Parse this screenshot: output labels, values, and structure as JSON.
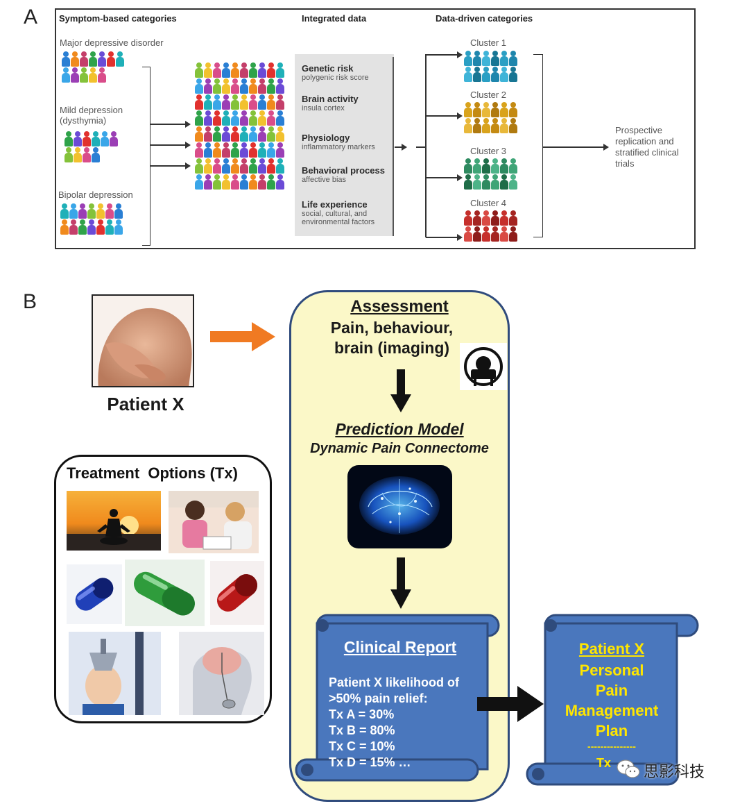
{
  "panel_a": {
    "letter": "A",
    "headers": {
      "symptom": "Symptom-based categories",
      "integrated": "Integrated data",
      "datadriven": "Data-driven categories"
    },
    "symptom_categories": [
      "Major depressive disorder",
      "Mild depression (dysthymia)",
      "Bipolar depression"
    ],
    "integrated_items": [
      {
        "title": "Genetic risk",
        "sub": "polygenic risk score"
      },
      {
        "title": "Brain activity",
        "sub": "insula cortex"
      },
      {
        "title": "Physiology",
        "sub": "inflammatory markers"
      },
      {
        "title": "Behavioral process",
        "sub": "affective bias"
      },
      {
        "title": "Life experience",
        "sub": "social, cultural, and environmental factors"
      }
    ],
    "clusters": [
      {
        "label": "Cluster 1",
        "color": "#2a9fc4"
      },
      {
        "label": "Cluster 2",
        "color": "#d9a31c"
      },
      {
        "label": "Cluster 3",
        "color": "#2e8a60"
      },
      {
        "label": "Cluster 4",
        "color": "#c6302c"
      }
    ],
    "outcome": "Prospective replication and stratified clinical trials"
  },
  "panel_b": {
    "letter": "B",
    "patient_label": "Patient X",
    "assessment": {
      "title": "Assessment",
      "lines": [
        "Pain, behaviour,",
        "brain (imaging)"
      ]
    },
    "model": {
      "title": "Prediction Model",
      "subtitle": "Dynamic Pain Connectome"
    },
    "treatment_title": "Treatment  Options (Tx)",
    "report": {
      "title": "Clinical Report",
      "intro": [
        "Patient X likelihood of",
        ">50% pain relief:"
      ],
      "rows": [
        "Tx A  = 30%",
        "Tx B =  80%",
        "Tx C = 10%",
        "Tx D = 15% …"
      ]
    },
    "plan": {
      "title": "Patient X",
      "lines": [
        "Personal",
        "Pain",
        "Management",
        "Plan"
      ],
      "divider": "---------------",
      "tx": "Tx"
    },
    "watermark": "思影科技"
  },
  "colors": {
    "assess_bg": "#fbf8c8",
    "assess_border": "#2f4b7c",
    "scroll_blue": "#4a77bd",
    "plan_text": "#ffe600",
    "orange_arrow": "#f07a22"
  }
}
